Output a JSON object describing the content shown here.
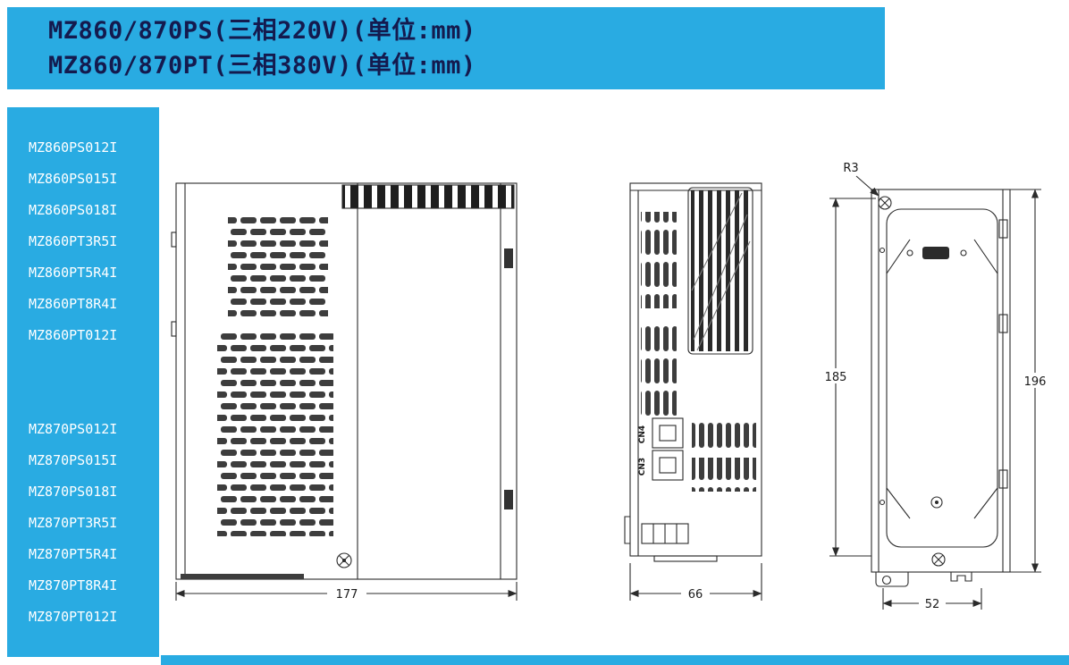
{
  "theme": {
    "accent_color": "#29abe2",
    "header_text_color": "#141a4e",
    "sidebar_text_color": "#ffffff",
    "drawing_line_color": "#2b2b2b"
  },
  "header": {
    "title_line1": "MZ860/870PS(三相220V)(单位:mm)",
    "title_line2": "MZ860/870PT(三相380V)(单位:mm)"
  },
  "sidebar": {
    "models_mz860": [
      "MZ860PS012I",
      "MZ860PS015I",
      "MZ860PS018I",
      "MZ860PT3R5I",
      "MZ860PT5R4I",
      "MZ860PT8R4I",
      "MZ860PT012I"
    ],
    "models_mz870": [
      "MZ870PS012I",
      "MZ870PS015I",
      "MZ870PS018I",
      "MZ870PT3R5I",
      "MZ870PT5R4I",
      "MZ870PT8R4I",
      "MZ870PT012I"
    ]
  },
  "drawings": {
    "side_view": {
      "width_dim": "177"
    },
    "front_view": {
      "width_dim": "66",
      "connector_top_label": "CN4",
      "connector_bottom_label": "CN3"
    },
    "rear_view": {
      "corner_radius_label": "R3",
      "mounting_height_dim": "185",
      "overall_height_dim": "196",
      "mounting_width_dim": "52"
    }
  }
}
